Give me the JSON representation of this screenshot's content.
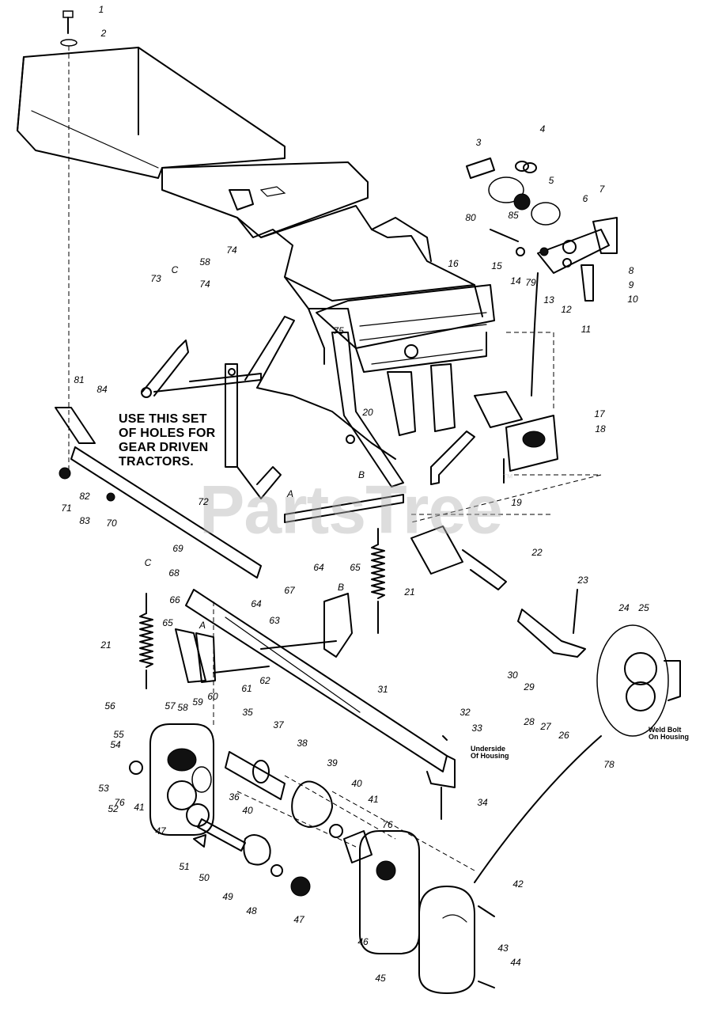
{
  "watermark": {
    "text": "PartsTree",
    "trademark": "™"
  },
  "note": {
    "lines": [
      "USE THIS SET",
      "OF HOLES FOR",
      "GEAR DRIVEN",
      "TRACTORS."
    ]
  },
  "annotations": {
    "underside_housing": [
      "Underside",
      "Of Housing"
    ],
    "weld_bolt_housing": [
      "Weld Bolt",
      "On Housing"
    ]
  },
  "callouts": [
    "1",
    "2",
    "3",
    "4",
    "5",
    "6",
    "7",
    "80",
    "85",
    "15",
    "14",
    "79",
    "13",
    "12",
    "8",
    "9",
    "10",
    "11",
    "73",
    "C",
    "74",
    "58",
    "74",
    "16",
    "75",
    "20",
    "17",
    "18",
    "19",
    "81",
    "84",
    "71",
    "82",
    "83",
    "70",
    "B",
    "A",
    "72",
    "22",
    "23",
    "24",
    "25",
    "69",
    "68",
    "67",
    "64",
    "65",
    "B",
    "21",
    "C",
    "66",
    "65",
    "A",
    "64",
    "63",
    "21",
    "30",
    "29",
    "28",
    "27",
    "26",
    "78",
    "61",
    "62",
    "31",
    "56",
    "57",
    "58",
    "59",
    "60",
    "55",
    "54",
    "32",
    "33",
    "53",
    "76",
    "52",
    "41",
    "35",
    "37",
    "38",
    "39",
    "40",
    "36",
    "40",
    "41",
    "34",
    "47",
    "51",
    "50",
    "49",
    "48",
    "47",
    "76",
    "46",
    "42",
    "45",
    "43",
    "44"
  ]
}
